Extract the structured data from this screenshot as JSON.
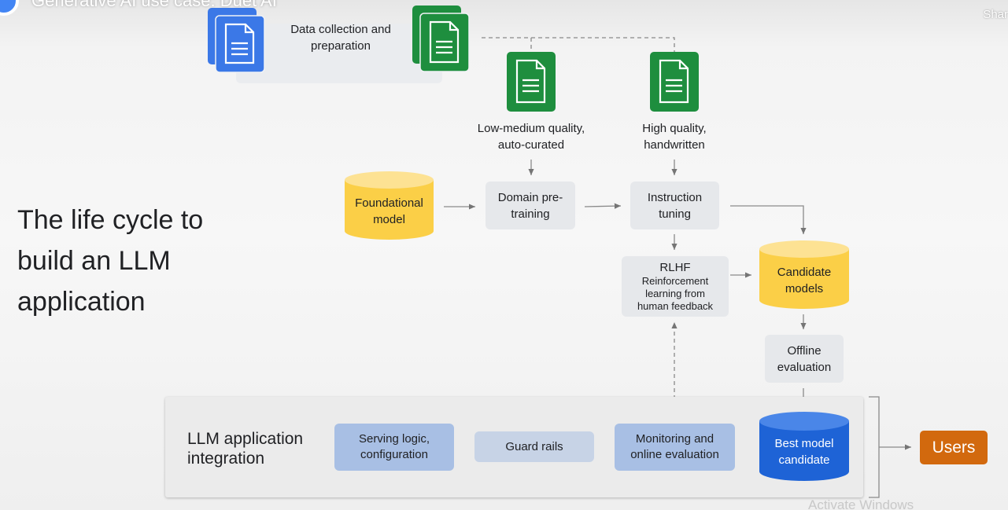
{
  "video": {
    "title": "Generative AI use case: Duet AI",
    "share_label": "Shar"
  },
  "slide": {
    "title": "The life cycle to build an LLM application"
  },
  "data_collection": {
    "label": "Data collection and preparation"
  },
  "datasets": {
    "low_quality": "Low-medium quality, auto-curated",
    "high_quality": "High quality, handwritten"
  },
  "stages": {
    "foundational_model": "Foundational model",
    "domain_pretraining": "Domain pre-training",
    "instruction_tuning": "Instruction tuning",
    "rlhf_title": "RLHF",
    "rlhf_subtitle": "Reinforcement learning from human feedback",
    "candidate_models": "Candidate models",
    "offline_evaluation": "Offline evaluation",
    "best_model_candidate": "Best model candidate"
  },
  "integration": {
    "title": "LLM application integration",
    "serving_logic": "Serving logic, configuration",
    "guard_rails": "Guard rails",
    "monitoring": "Monitoring and online evaluation"
  },
  "users_label": "Users",
  "watermark": "Activate Windows",
  "icons": {
    "blue_doc": "document-stack-icon",
    "green_doc": "document-icon",
    "avatar": "channel-avatar-icon"
  },
  "colors": {
    "doc_blue": "#3b78e7",
    "doc_green": "#1e8e3e",
    "cylinder_yellow": "#fbcf47",
    "cylinder_blue": "#1e63d6",
    "process_grey": "#e6e8eb",
    "integration_blue": "#a8bfe4",
    "users_orange": "#d2690e"
  }
}
